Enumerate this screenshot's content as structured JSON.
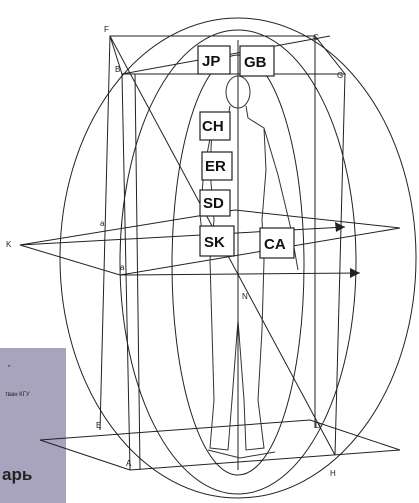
{
  "book_fragment": {
    "line1": "\"",
    "line2": "тван КГУ",
    "word": "арь"
  },
  "points": {
    "F": "F",
    "C": "C",
    "B": "B",
    "G": "G",
    "K": "K",
    "a1": "a",
    "a2": "a",
    "N": "N",
    "E": "E",
    "A": "A",
    "D": "D",
    "H": "H"
  },
  "boxes": {
    "jp": "JP",
    "gb": "GB",
    "ch": "CH",
    "er": "ER",
    "sd": "SD",
    "sk": "SK",
    "ca": "CA"
  }
}
